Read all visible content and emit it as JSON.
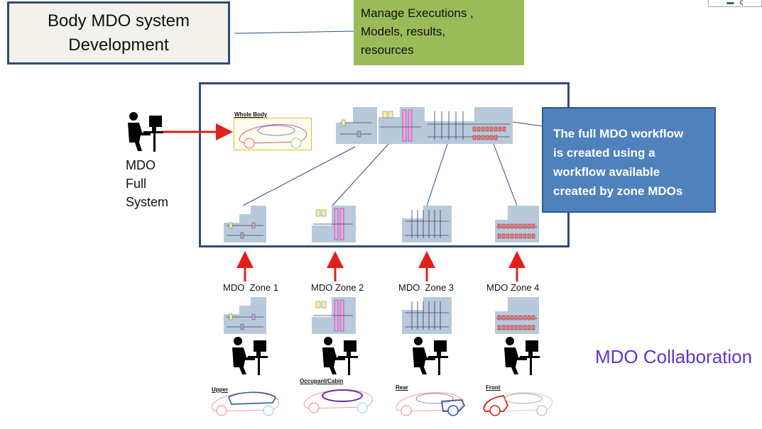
{
  "header": {
    "title_line1": "Body MDO system",
    "title_line2": "Development"
  },
  "note": {
    "line1": "Manage Executions ,",
    "line2": "Models, results,",
    "line3": "resources"
  },
  "callout": {
    "line1": "The full MDO workflow",
    "line2": "is created using a",
    "line3": "workflow  available",
    "line4": "created by zone MDOs"
  },
  "full_system": {
    "line1": "MDO",
    "line2": "Full",
    "line3": "System",
    "car_label": "Whole Body"
  },
  "zones": [
    {
      "label": "MDO  Zone 1",
      "car_label": "Upper"
    },
    {
      "label": "MDO Zone 2",
      "car_label": "Occupant/Cabin"
    },
    {
      "label": "MDO  Zone 3",
      "car_label": "Rear"
    },
    {
      "label": "MDO Zone 4",
      "car_label": "Front"
    }
  ],
  "collaboration": "MDO Collaboration",
  "colors": {
    "frame": "#2f4c78",
    "note": "#9bbb59",
    "callout": "#4f81bd",
    "arrow": "#e0201b",
    "collab_text": "#6633cc"
  },
  "icons": [
    "person-at-computer-icon",
    "car-outline-icon",
    "workflow-thumbnail-icon"
  ]
}
